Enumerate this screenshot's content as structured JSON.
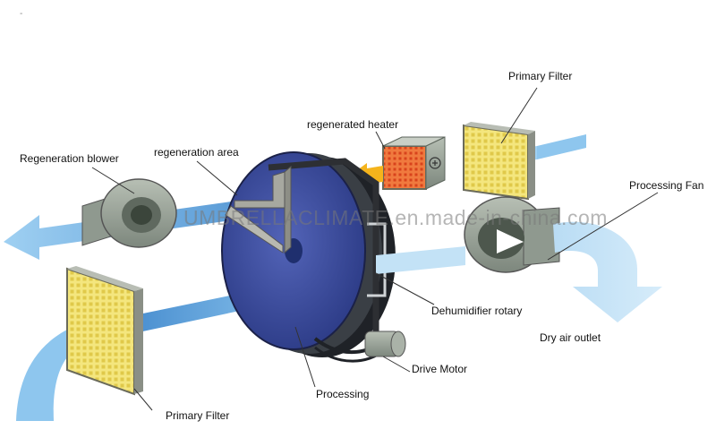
{
  "diagram": {
    "corner_mark": "-",
    "labels": {
      "primary_filter_top": "Primary Filter",
      "regenerated_heater": "regenerated heater",
      "regeneration_blower": "Regeneration blower",
      "regeneration_area": "regeneration area",
      "processing_fan": "Processing Fan",
      "dehumidifier_rotary": "Dehumidifier rotary",
      "dry_air_outlet": "Dry air outlet",
      "drive_motor": "Drive Motor",
      "processing": "Processing",
      "primary_filter_bottom": "Primary Filter"
    },
    "watermark": "UMBRELLACLIMATE.en.made-in-china.com",
    "colors": {
      "airflow_blue": "#8ec2e8",
      "airflow_dark": "#3f86c9",
      "rotor_blue": "#3b4fa3",
      "filter_yellow": "#f2e37a",
      "heater_red": "#e8552a",
      "housing_gray": "#9aa39a",
      "warm_arrow": "#f5b41c"
    }
  }
}
